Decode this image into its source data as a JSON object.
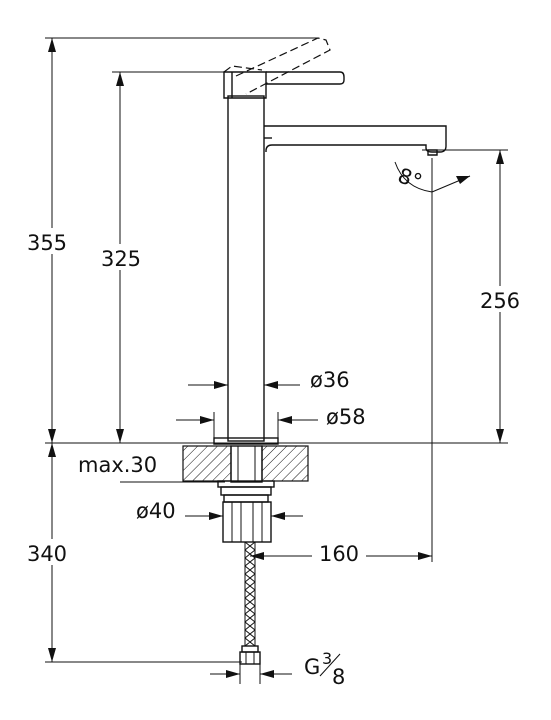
{
  "dimensions": {
    "total_height": "355",
    "body_height": "325",
    "spout_height": "256",
    "below_deck": "340",
    "spout_reach": "160",
    "body_diameter": "ø36",
    "base_diameter": "ø58",
    "max_deck": "max.30",
    "shank_diameter": "ø40",
    "angle": "8°",
    "thread_prefix": "G",
    "thread_num": "3",
    "thread_den": "8"
  }
}
